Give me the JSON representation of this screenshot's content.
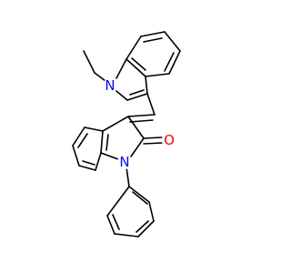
{
  "molecule": {
    "atoms": [
      {
        "id": "N1",
        "label": "N",
        "color": "#0000ff"
      },
      {
        "id": "N2",
        "label": "N",
        "color": "#0000ff"
      },
      {
        "id": "O1",
        "label": "O",
        "color": "#ff0000"
      }
    ],
    "colors": {
      "bond": "#000000",
      "nitrogen": "#0000ff",
      "oxygen": "#ff0000",
      "background": "#ffffff"
    }
  }
}
